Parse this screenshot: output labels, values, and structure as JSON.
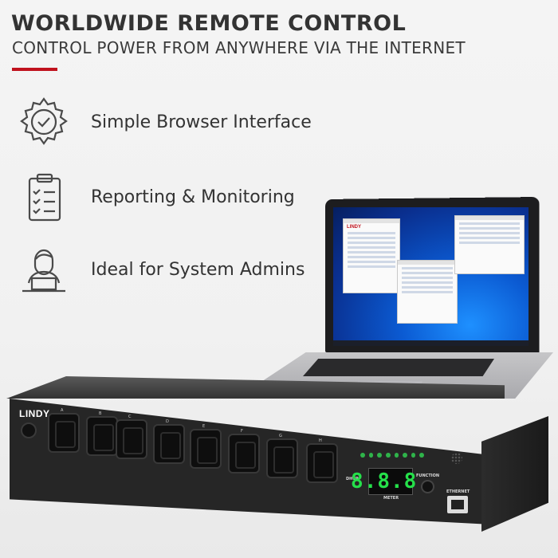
{
  "header": {
    "title": "WORLDWIDE REMOTE CONTROL",
    "subtitle": "CONTROL POWER FROM ANYWHERE VIA THE INTERNET"
  },
  "colors": {
    "accent": "#c0121d",
    "text": "#333333",
    "meter": "#25e04a"
  },
  "features": [
    {
      "label": "Simple Browser Interface",
      "icon": "gear-check-icon"
    },
    {
      "label": "Reporting & Monitoring",
      "icon": "clipboard-checklist-icon"
    },
    {
      "label": "Ideal for System Admins",
      "icon": "admin-user-icon"
    }
  ],
  "pdu": {
    "brand": "LINDY",
    "outlets": [
      "A",
      "B",
      "C",
      "D",
      "E",
      "F",
      "G",
      "H"
    ],
    "display": "8.8.8.",
    "dhcp_label": "DHCP",
    "meter_label": "METER",
    "function_label": "FUNCTION",
    "ethernet_label": "ETHERNET"
  },
  "laptop_screen": {
    "logo": "LINDY"
  }
}
